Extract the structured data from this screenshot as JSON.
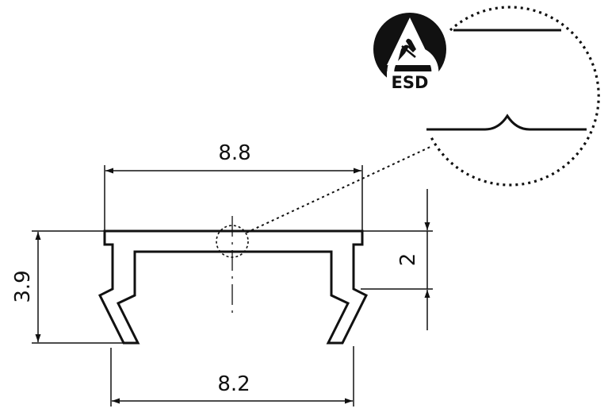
{
  "dimensions": {
    "top_width": "8.8",
    "bottom_width": "8.2",
    "height": "3.9",
    "clip_height": "2"
  },
  "esd_symbol": {
    "label": "ESD",
    "icon": "esd-warning-icon"
  },
  "colors": {
    "line": "#111111",
    "background": "#ffffff"
  }
}
